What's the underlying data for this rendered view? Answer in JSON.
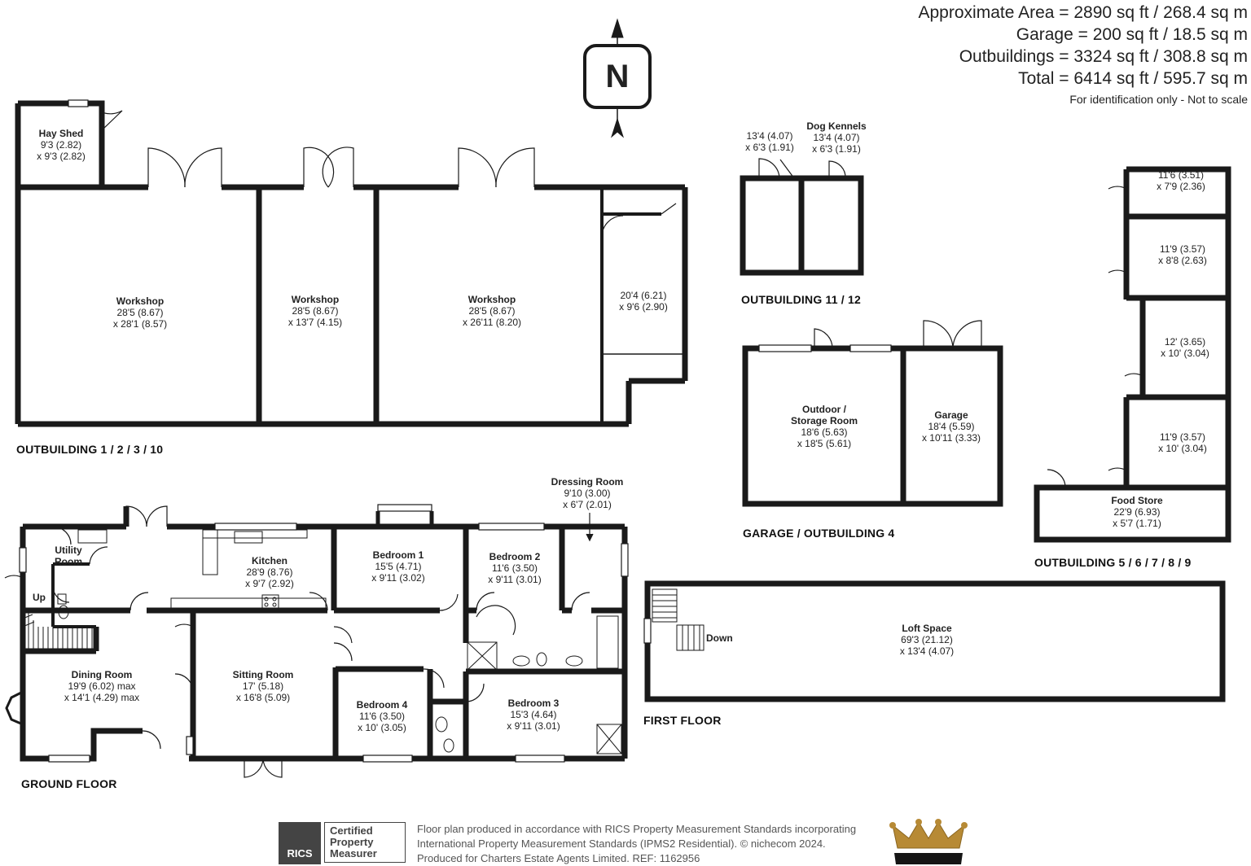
{
  "areas": {
    "approx": "Approximate Area = 2890 sq ft / 268.4 sq m",
    "garage": "Garage = 200 sq ft / 18.5 sq m",
    "outbuildings": "Outbuildings = 3324 sq ft / 308.8 sq m",
    "total": "Total = 6414 sq ft / 595.7 sq m",
    "note": "For identification only - Not to scale"
  },
  "compass": {
    "letter": "N"
  },
  "sections": {
    "outbuilding_1_2_3_10": "OUTBUILDING 1 / 2 / 3 / 10",
    "outbuilding_11_12": "OUTBUILDING 11 / 12",
    "garage_outbuilding_4": "GARAGE / OUTBUILDING 4",
    "outbuilding_5_9": "OUTBUILDING 5 / 6 / 7 / 8 / 9",
    "first_floor": "FIRST FLOOR",
    "ground_floor": "GROUND FLOOR"
  },
  "rooms": {
    "hay_shed": {
      "name": "Hay Shed",
      "d1": "9'3 (2.82)",
      "d2": "x 9'3 (2.82)"
    },
    "workshop1": {
      "name": "Workshop",
      "d1": "28'5 (8.67)",
      "d2": "x 28'1 (8.57)"
    },
    "workshop2": {
      "name": "Workshop",
      "d1": "28'5 (8.67)",
      "d2": "x 13'7 (4.15)"
    },
    "workshop3": {
      "name": "Workshop",
      "d1": "28'5 (8.67)",
      "d2": "x 26'11 (8.20)"
    },
    "store10": {
      "d1": "20'4 (6.21)",
      "d2": "x 9'6 (2.90)"
    },
    "kennel_left": {
      "d1": "13'4 (4.07)",
      "d2": "x 6'3 (1.91)"
    },
    "kennels": {
      "name": "Dog Kennels",
      "d1": "13'4 (4.07)",
      "d2": "x 6'3 (1.91)"
    },
    "outdoor_storage": {
      "name": "Outdoor /",
      "name2": "Storage Room",
      "d1": "18'6 (5.63)",
      "d2": "x 18'5 (5.61)"
    },
    "garage": {
      "name": "Garage",
      "d1": "18'4 (5.59)",
      "d2": "x 10'11 (3.33)"
    },
    "ob5": {
      "d1": "11'6 (3.51)",
      "d2": "x 7'9 (2.36)"
    },
    "ob6": {
      "d1": "11'9 (3.57)",
      "d2": "x 8'8 (2.63)"
    },
    "ob7": {
      "d1": "12' (3.65)",
      "d2": "x 10' (3.04)"
    },
    "ob8": {
      "d1": "11'9 (3.57)",
      "d2": "x 10' (3.04)"
    },
    "food_store": {
      "name": "Food Store",
      "d1": "22'9 (6.93)",
      "d2": "x 5'7 (1.71)"
    },
    "loft": {
      "name": "Loft Space",
      "d1": "69'3 (21.12)",
      "d2": "x 13'4 (4.07)",
      "down": "Down"
    },
    "utility": {
      "name": "Utility",
      "name2": "Room",
      "up": "Up"
    },
    "kitchen": {
      "name": "Kitchen",
      "d1": "28'9 (8.76)",
      "d2": "x 9'7 (2.92)"
    },
    "bedroom1": {
      "name": "Bedroom 1",
      "d1": "15'5 (4.71)",
      "d2": "x 9'11 (3.02)"
    },
    "bedroom2": {
      "name": "Bedroom 2",
      "d1": "11'6 (3.50)",
      "d2": "x 9'11 (3.01)"
    },
    "dressing": {
      "name": "Dressing Room",
      "d1": "9'10 (3.00)",
      "d2": "x 6'7 (2.01)"
    },
    "dining": {
      "name": "Dining Room",
      "d1": "19'9 (6.02) max",
      "d2": "x 14'1 (4.29) max"
    },
    "sitting": {
      "name": "Sitting Room",
      "d1": "17' (5.18)",
      "d2": "x 16'8 (5.09)"
    },
    "bedroom4": {
      "name": "Bedroom 4",
      "d1": "11'6 (3.50)",
      "d2": "x 10' (3.05)"
    },
    "bedroom3": {
      "name": "Bedroom 3",
      "d1": "15'3 (4.64)",
      "d2": "x 9'11 (3.01)"
    }
  },
  "footer": {
    "line1": "Floor plan produced in accordance with RICS Property Measurement Standards incorporating",
    "line2": "International Property Measurement Standards (IPMS2 Residential).  © nichecom 2024.",
    "line3": "Produced for Charters Estate Agents Limited.   REF:  1162956",
    "rics": "RICS",
    "cert1": "Certified",
    "cert2": "Property",
    "cert3": "Measurer"
  }
}
